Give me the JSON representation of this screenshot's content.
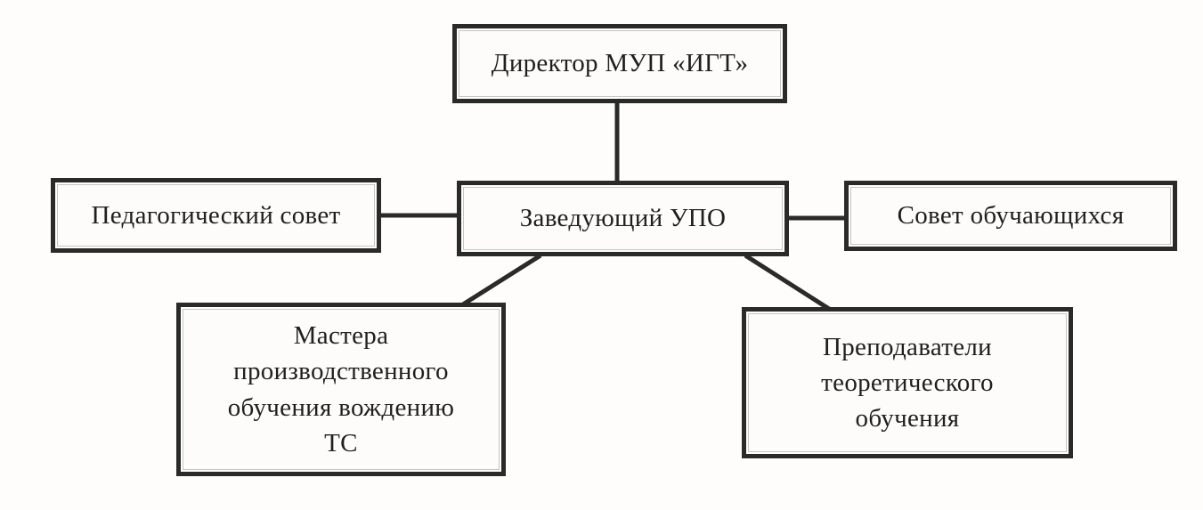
{
  "diagram": {
    "type": "org-chart",
    "language": "ru",
    "nodes": {
      "director": {
        "label": "Директор МУП «ИГТ»"
      },
      "head_upo": {
        "label": "Заведующий УПО"
      },
      "pedagogical_council": {
        "label": "Педагогический совет"
      },
      "student_council": {
        "label": "Совет обучающихся"
      },
      "driving_masters": {
        "label": "Мастера\nпроизводственного\nобучения вождению\nТС"
      },
      "theory_teachers": {
        "label": "Преподаватели\nтеоретического\nобучения"
      }
    },
    "edges": [
      {
        "from": "director",
        "to": "head_upo",
        "style": "vertical"
      },
      {
        "from": "pedagogical_council",
        "to": "head_upo",
        "style": "horizontal"
      },
      {
        "from": "head_upo",
        "to": "student_council",
        "style": "horizontal"
      },
      {
        "from": "head_upo",
        "to": "driving_masters",
        "style": "diagonal"
      },
      {
        "from": "head_upo",
        "to": "theory_teachers",
        "style": "diagonal"
      }
    ],
    "colors": {
      "line": "#2a2a2a",
      "box_border": "#2a2a2a",
      "text": "#1f1f1f",
      "background": "#fefdfc"
    }
  }
}
